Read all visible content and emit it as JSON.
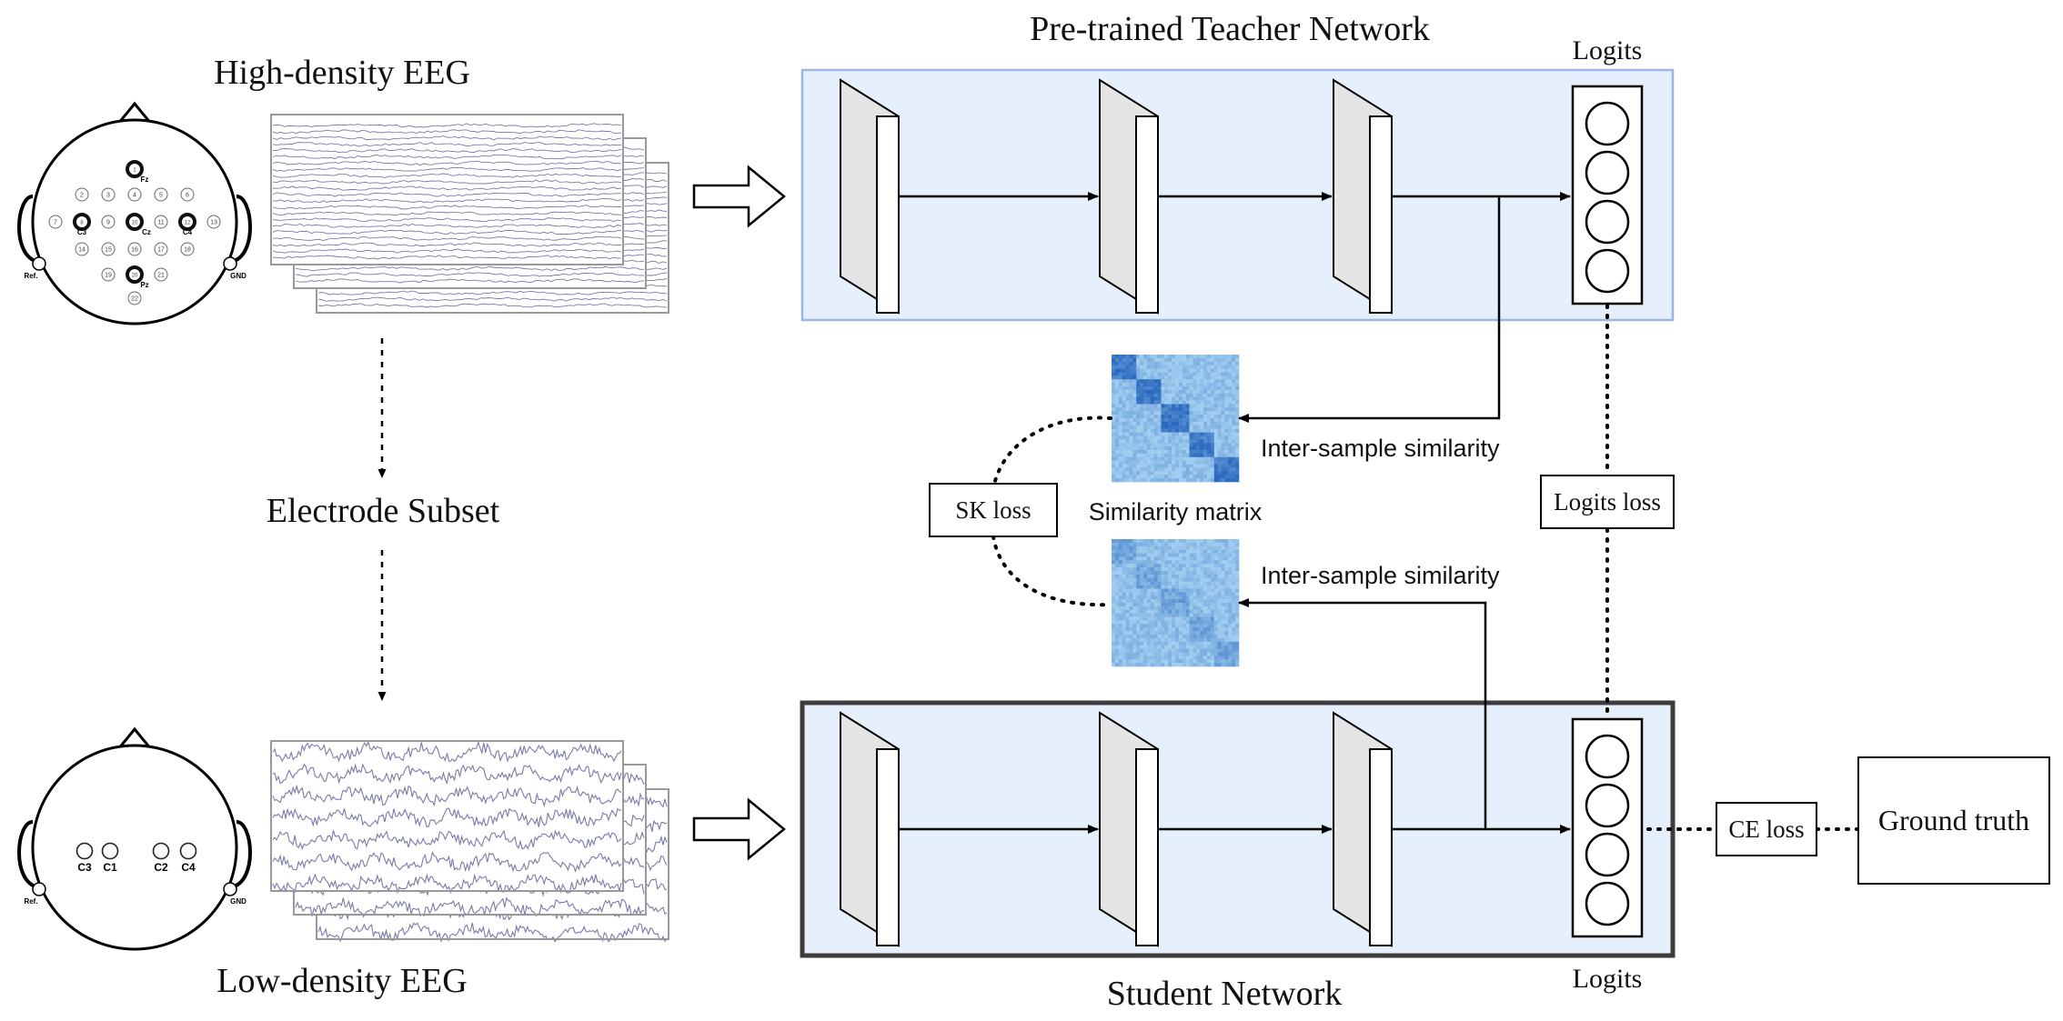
{
  "labels": {
    "high_density": "High-density EEG",
    "low_density": "Low-density EEG",
    "electrode_subset": "Electrode Subset",
    "teacher": "Pre-trained Teacher Network",
    "student": "Student Network",
    "logits_top": "Logits",
    "logits_bottom": "Logits",
    "inter_sample_top": "Inter-sample similarity",
    "inter_sample_bottom": "Inter-sample similarity",
    "similarity_matrix": "Similarity matrix",
    "sk_loss": "SK loss",
    "logits_loss": "Logits loss",
    "ce_loss": "CE loss",
    "ground_truth": "Ground truth"
  },
  "head_high": {
    "ref": "Ref.",
    "gnd": "GND",
    "electrodes": [
      {
        "label": "1",
        "name": "Fz",
        "major": true
      },
      {
        "label": "2"
      },
      {
        "label": "3"
      },
      {
        "label": "4"
      },
      {
        "label": "5"
      },
      {
        "label": "6"
      },
      {
        "label": "7"
      },
      {
        "label": "8",
        "name": "C3",
        "major": true
      },
      {
        "label": "9"
      },
      {
        "label": "10",
        "name": "Cz",
        "major": true
      },
      {
        "label": "11"
      },
      {
        "label": "12",
        "name": "C4",
        "major": true
      },
      {
        "label": "13"
      },
      {
        "label": "14"
      },
      {
        "label": "15"
      },
      {
        "label": "16"
      },
      {
        "label": "17"
      },
      {
        "label": "18"
      },
      {
        "label": "19"
      },
      {
        "label": "20",
        "name": "Pz",
        "major": true
      },
      {
        "label": "21"
      },
      {
        "label": "22"
      }
    ]
  },
  "head_low": {
    "ref": "Ref.",
    "gnd": "GND",
    "electrodes": [
      {
        "label": "C3"
      },
      {
        "label": "C1"
      },
      {
        "label": "C2"
      },
      {
        "label": "C4"
      }
    ]
  },
  "colors": {
    "network_fill": "#e6effc",
    "teacher_border": "#9bb7e0",
    "student_border": "#3c3c3c",
    "eeg_trace": "#7a7aa8",
    "block_front": "#e4e4e4",
    "matrix_dark": "#1f6fb8",
    "matrix_light": "#8ec3ea"
  }
}
